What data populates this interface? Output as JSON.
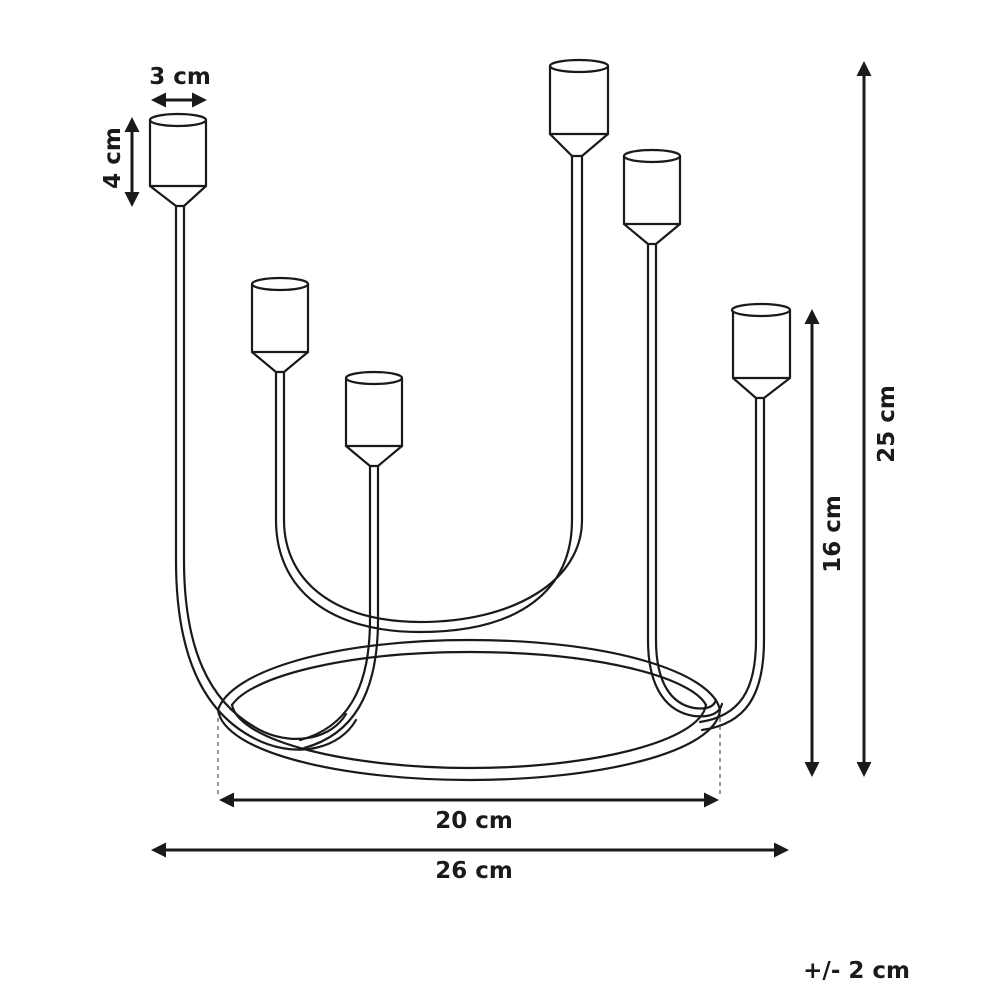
{
  "dimensions": {
    "cup_width": "3 cm",
    "cup_height": "4 cm",
    "total_height": "25 cm",
    "arm_height": "16 cm",
    "base_diameter": "20 cm",
    "total_width": "26 cm"
  },
  "tolerance": "+/- 2 cm"
}
